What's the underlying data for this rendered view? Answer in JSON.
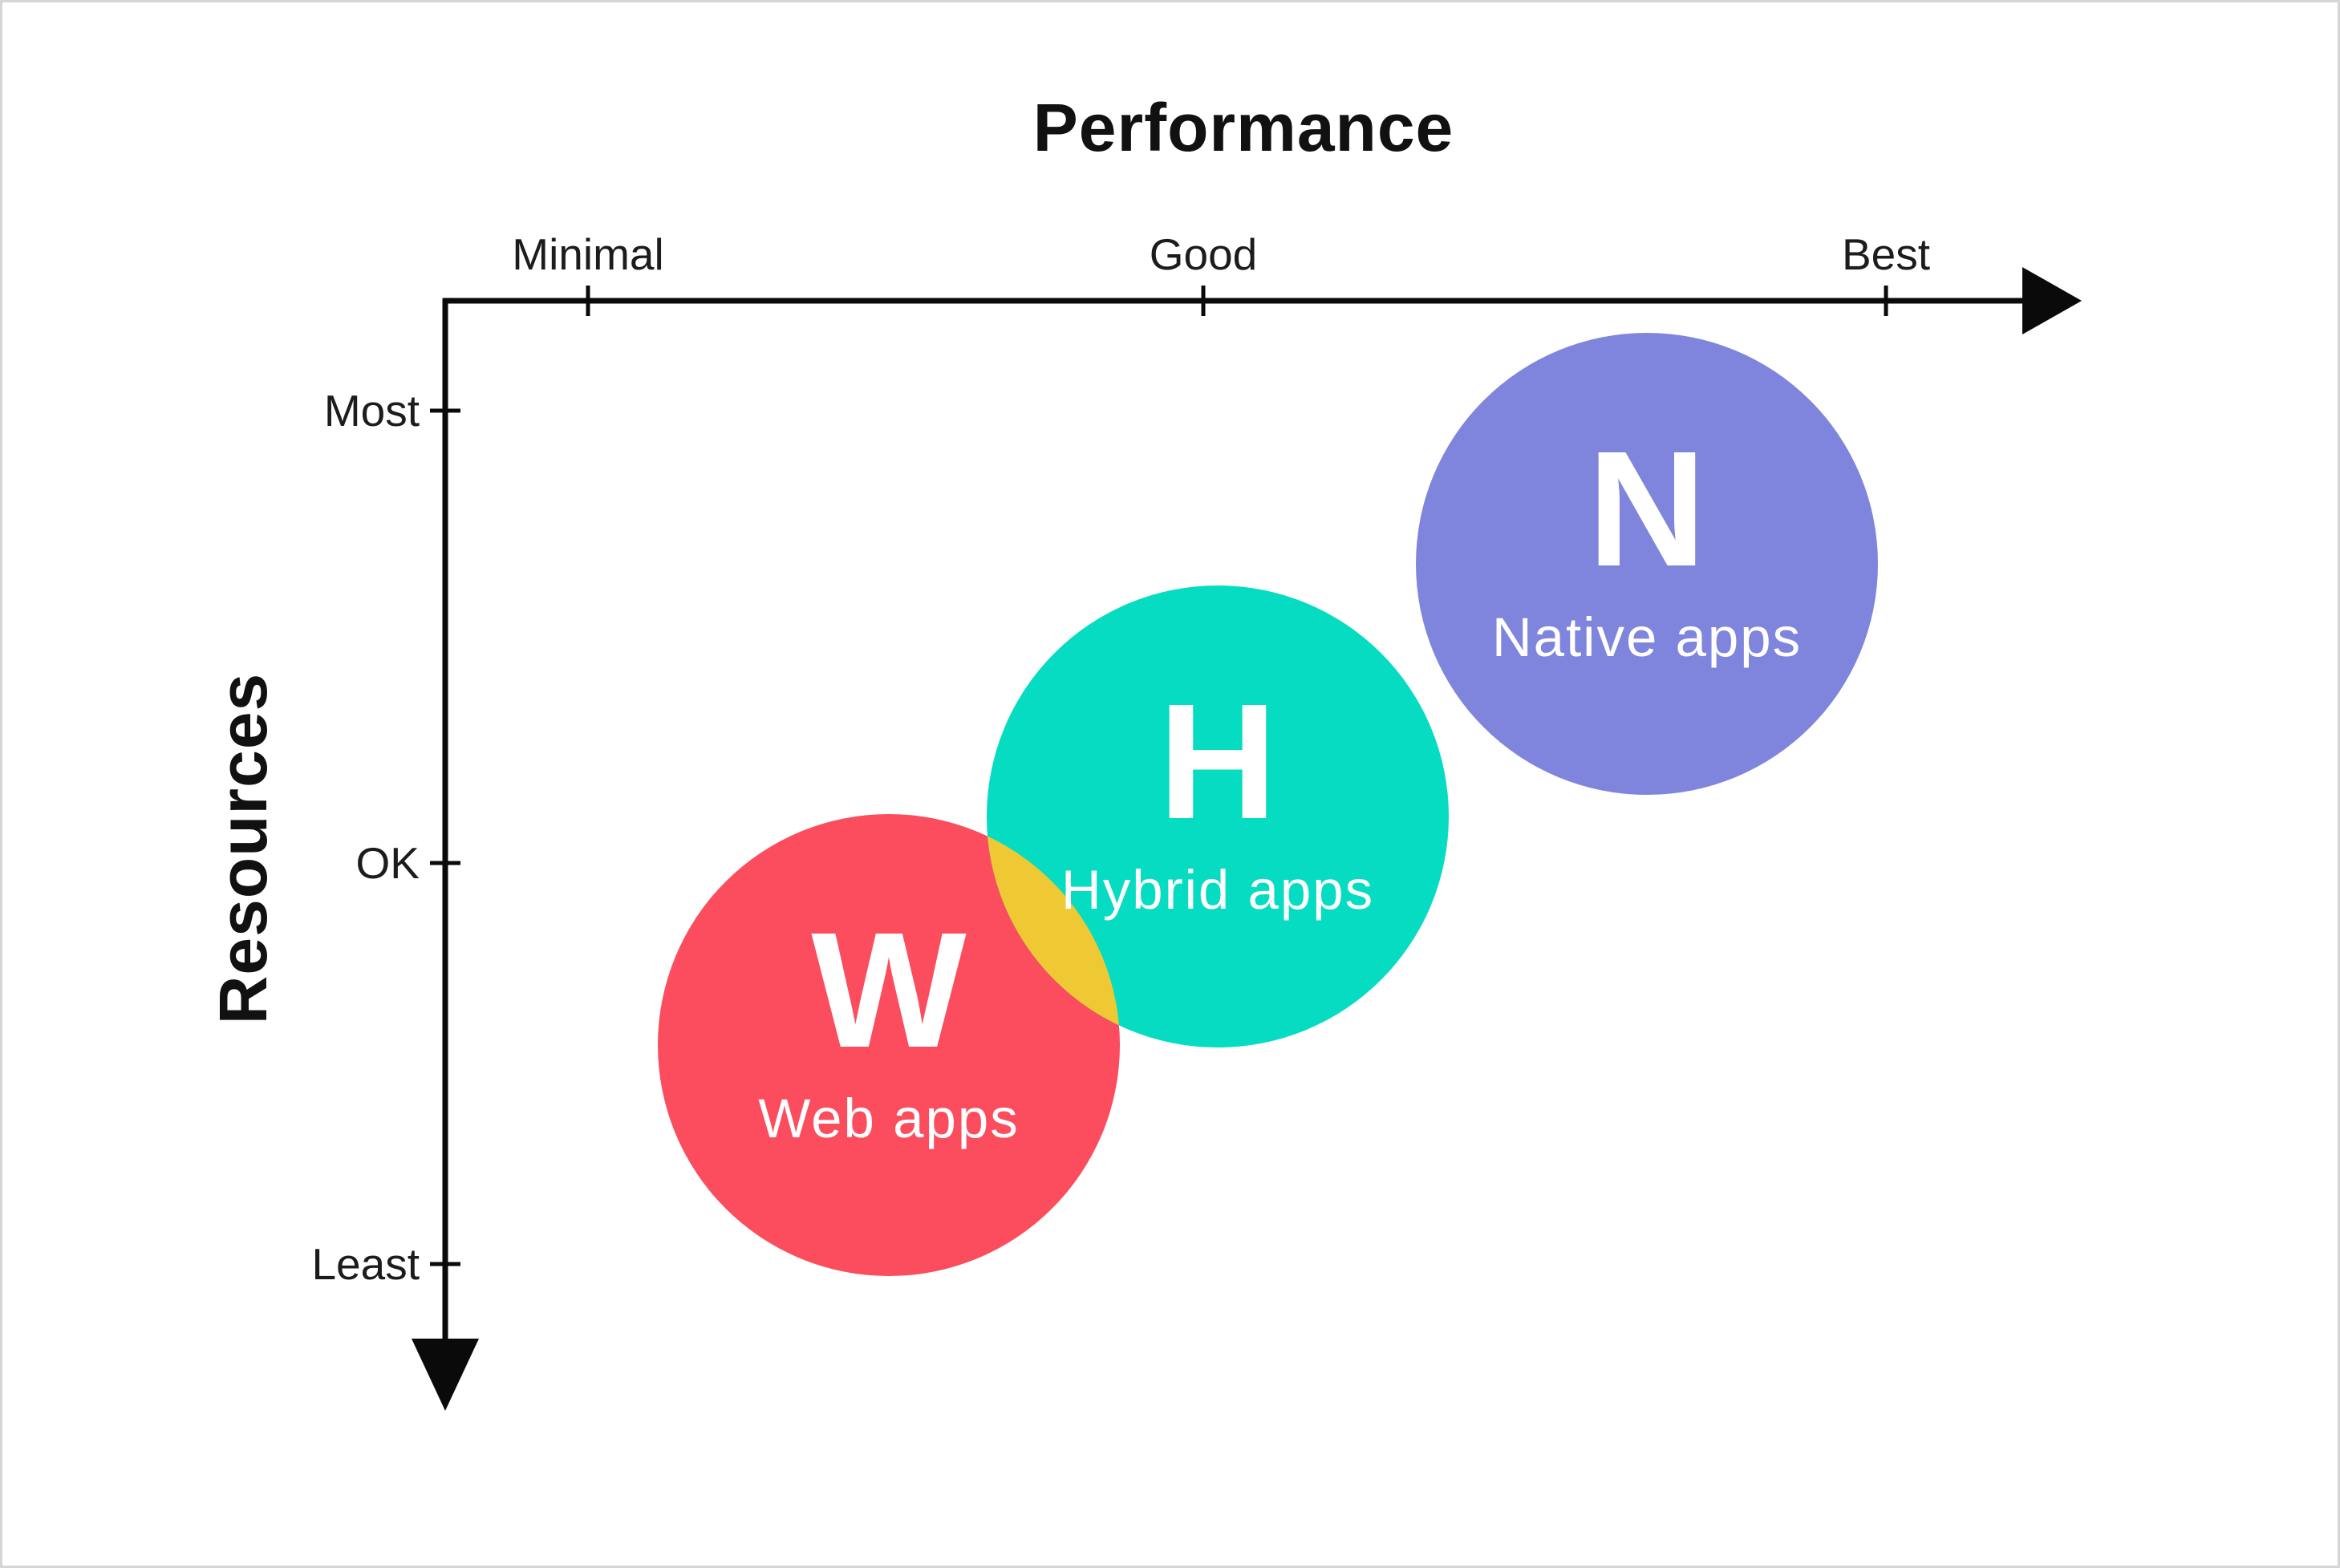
{
  "axes": {
    "x": {
      "title": "Performance",
      "ticks": [
        "Minimal",
        "Good",
        "Best"
      ]
    },
    "y": {
      "title": "Resources",
      "ticks": [
        "Most",
        "OK",
        "Least"
      ]
    }
  },
  "bubbles": [
    {
      "letter": "W",
      "name": "Web apps",
      "color": "#FB4D5D"
    },
    {
      "letter": "H",
      "name": "Hybrid apps",
      "color": "#06DCC1"
    },
    {
      "letter": "N",
      "name": "Native apps",
      "color": "#7F85DD"
    }
  ],
  "overlap": {
    "color": "#EFC934",
    "between": [
      "Web apps",
      "Hybrid apps"
    ]
  },
  "axis_color": "#0a0a0a",
  "chart_data": {
    "type": "scatter",
    "title": "",
    "xlabel": "Performance",
    "ylabel": "Resources",
    "x_tick_labels": [
      "Minimal",
      "Good",
      "Best"
    ],
    "y_tick_labels_top_to_bottom": [
      "Most",
      "OK",
      "Least"
    ],
    "x_tick_positions_pct": [
      9,
      48,
      91
    ],
    "y_tick_positions_pct_from_top": [
      11,
      54,
      93
    ],
    "series": [
      {
        "name": "Web apps",
        "letter": "W",
        "x_pct": 28,
        "y_pct_from_top": 72,
        "x_qualitative": "between Minimal and Good",
        "y_qualitative": "between OK and Least",
        "color": "#FB4D5D"
      },
      {
        "name": "Hybrid apps",
        "letter": "H",
        "x_pct": 49,
        "y_pct_from_top": 50,
        "x_qualitative": "Good",
        "y_qualitative": "OK",
        "color": "#06DCC1"
      },
      {
        "name": "Native apps",
        "letter": "N",
        "x_pct": 76,
        "y_pct_from_top": 25,
        "x_qualitative": "between Good and Best",
        "y_qualitative": "Most",
        "color": "#7F85DD"
      }
    ],
    "bubble_radius_pct_of_axis_width": 15,
    "annotations": [
      {
        "type": "overlap-region",
        "between": [
          "Web apps",
          "Hybrid apps"
        ],
        "color": "#EFC934"
      }
    ],
    "legend": false,
    "grid": false,
    "axis_style": "black arrows pointing right (x) and down (y), qualitative tick marks"
  }
}
